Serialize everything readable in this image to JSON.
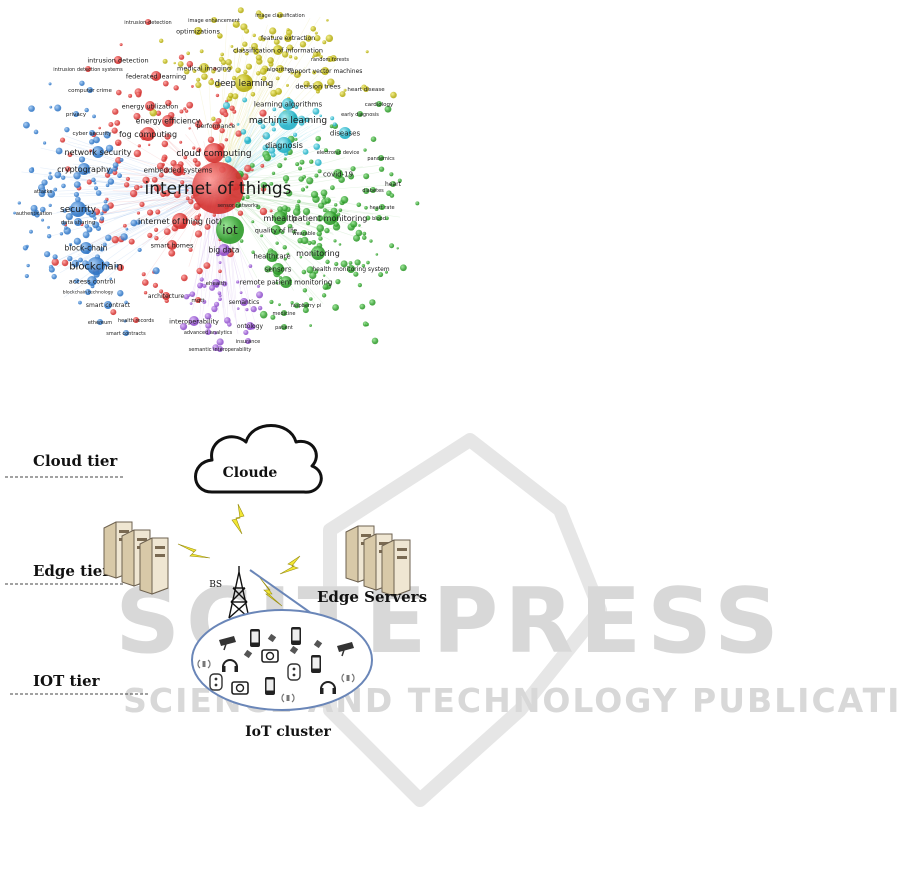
{
  "network": {
    "colors": {
      "red": "#e3413f",
      "green": "#3aaa35",
      "blue": "#3c86d6",
      "yellow": "#c9c21c",
      "cyan": "#33c3d8",
      "purple": "#a366d6",
      "orange": "#e8913a"
    },
    "labels": [
      {
        "id": "iot-main",
        "text": "internet of things"
      },
      {
        "id": "iot",
        "text": "iot"
      },
      {
        "id": "blockchain",
        "text": "blockchain"
      },
      {
        "id": "security",
        "text": "security"
      },
      {
        "id": "network-security",
        "text": "network security"
      },
      {
        "id": "cryptography",
        "text": "cryptography"
      },
      {
        "id": "block-chain",
        "text": "block-chain"
      },
      {
        "id": "access-control",
        "text": "access control"
      },
      {
        "id": "smart-contract",
        "text": "smart contract"
      },
      {
        "id": "smart-contracts",
        "text": "smart contracts"
      },
      {
        "id": "health-records",
        "text": "health records"
      },
      {
        "id": "ethereum",
        "text": "ethereum"
      },
      {
        "id": "blockchain-technology",
        "text": "blockchain technology"
      },
      {
        "id": "cloud-computing",
        "text": "cloud computing"
      },
      {
        "id": "fog-computing",
        "text": "fog computing"
      },
      {
        "id": "embedded-systems",
        "text": "embedded systems"
      },
      {
        "id": "energy-efficiency",
        "text": "energy efficiency"
      },
      {
        "id": "energy-utilization",
        "text": "energy utilization"
      },
      {
        "id": "federated-learning",
        "text": "federated learning"
      },
      {
        "id": "intrusion-detection",
        "text": "intrusion detection"
      },
      {
        "id": "intrusion-detection-2",
        "text": "intrusion-detection"
      },
      {
        "id": "intrusion-detection-systems",
        "text": "intrusion detection systems"
      },
      {
        "id": "computer-crime",
        "text": "computer crime"
      },
      {
        "id": "privacy",
        "text": "privacy"
      },
      {
        "id": "cybersecurity",
        "text": "cyber security"
      },
      {
        "id": "iot-paren",
        "text": "internet of thing (iot)"
      },
      {
        "id": "smart-homes",
        "text": "smart homes"
      },
      {
        "id": "big-data",
        "text": "big data"
      },
      {
        "id": "healthcare",
        "text": "healthcare"
      },
      {
        "id": "sensors",
        "text": "sensors"
      },
      {
        "id": "mhealth",
        "text": "mhealth"
      },
      {
        "id": "patient-monitoring",
        "text": "patient monitoring"
      },
      {
        "id": "monitoring",
        "text": "monitoring"
      },
      {
        "id": "remote-patient-monitoring",
        "text": "remote patient monitoring"
      },
      {
        "id": "health-monitoring-system",
        "text": "health monitoring system"
      },
      {
        "id": "covid19",
        "text": "covid-19"
      },
      {
        "id": "heart",
        "text": "heart"
      },
      {
        "id": "diagnosis",
        "text": "diagnosis"
      },
      {
        "id": "diseases",
        "text": "diseases"
      },
      {
        "id": "machine-learning",
        "text": "machine learning"
      },
      {
        "id": "deep-learning",
        "text": "deep learning"
      },
      {
        "id": "learning-algorithms",
        "text": "learning algorithms"
      },
      {
        "id": "decision-trees",
        "text": "decision trees"
      },
      {
        "id": "support-vector-machines",
        "text": "support vector machines"
      },
      {
        "id": "heart-disease",
        "text": "heart disease"
      },
      {
        "id": "cardiology",
        "text": "cardiology"
      },
      {
        "id": "medical-imaging",
        "text": "medical imaging"
      },
      {
        "id": "classification-info",
        "text": "classification of information"
      },
      {
        "id": "feature-extraction",
        "text": "feature extraction"
      },
      {
        "id": "optimizations",
        "text": "optimizations"
      },
      {
        "id": "image-classification",
        "text": "image classification"
      },
      {
        "id": "image-enhancement",
        "text": "image enhancement"
      },
      {
        "id": "random-forests",
        "text": "random forests"
      },
      {
        "id": "early-diagnosis",
        "text": "early diagnosis"
      },
      {
        "id": "algorithm",
        "text": "algorithm"
      },
      {
        "id": "performance",
        "text": "performance"
      },
      {
        "id": "semantics",
        "text": "semantics"
      },
      {
        "id": "ontology",
        "text": "ontology"
      },
      {
        "id": "interoperability",
        "text": "interoperability"
      },
      {
        "id": "semantic-interoperability",
        "text": "semantic interoperability"
      },
      {
        "id": "advanced-analytics",
        "text": "advanced analytics"
      },
      {
        "id": "architecture",
        "text": "architecture"
      },
      {
        "id": "ehealth",
        "text": "ehealth"
      },
      {
        "id": "quality-of-life",
        "text": "quality of life"
      },
      {
        "id": "mqtt",
        "text": "mqtt"
      },
      {
        "id": "data-sharing",
        "text": "data sharing"
      },
      {
        "id": "authentication",
        "text": "authentication"
      },
      {
        "id": "attacks",
        "text": "attacks"
      },
      {
        "id": "sensor-networks",
        "text": "sensor networks"
      },
      {
        "id": "blood",
        "text": "blood"
      },
      {
        "id": "heart-rate",
        "text": "heart rate"
      },
      {
        "id": "wearable",
        "text": "wearable"
      },
      {
        "id": "diabetes",
        "text": "diabetes"
      },
      {
        "id": "raspberry-pi",
        "text": "raspberry pi"
      },
      {
        "id": "patient",
        "text": "patient"
      },
      {
        "id": "medicine",
        "text": "medicine"
      },
      {
        "id": "insurance",
        "text": "insurance"
      },
      {
        "id": "pandemics",
        "text": "pandemics"
      },
      {
        "id": "electronic-device",
        "text": "electronic device"
      }
    ]
  },
  "architecture": {
    "tiers": {
      "cloud": "Cloud tier",
      "edge": "Edge tier",
      "iot": "IOT tier"
    },
    "cloud_label": "Cloude",
    "edge_servers_label": "Edge Servers",
    "bs_label": "BS",
    "iot_cluster_label": "IoT cluster"
  },
  "watermark": {
    "main": "SCITEPRESS",
    "sub": "SCIENCE AND TECHNOLOGY PUBLICATIONS"
  }
}
